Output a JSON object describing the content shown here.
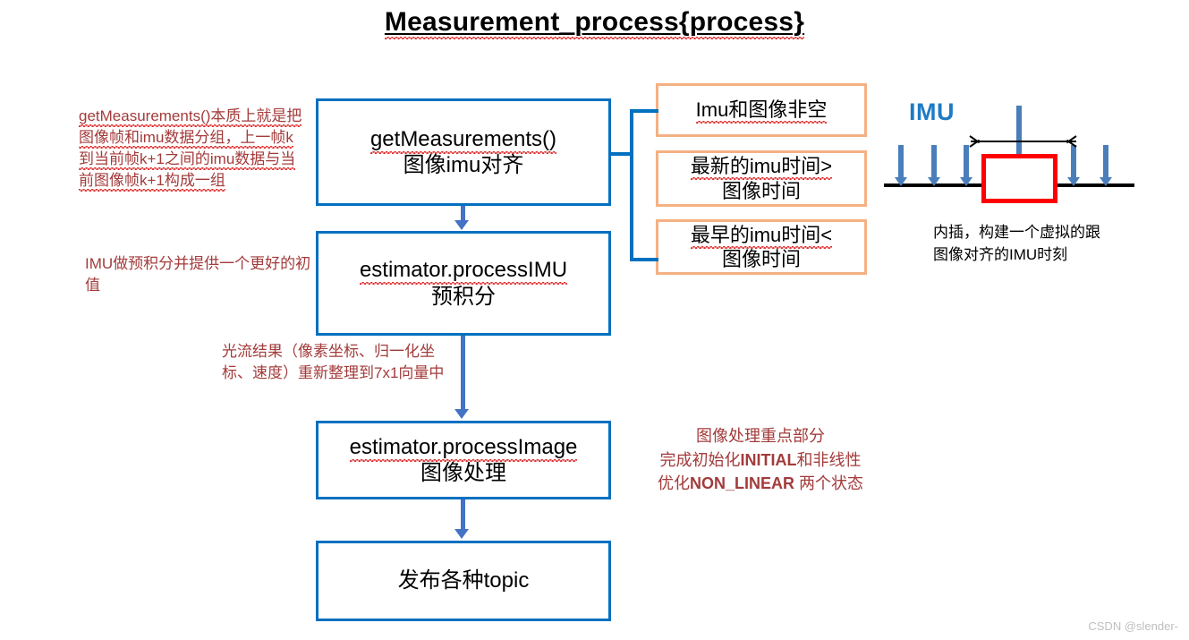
{
  "title": "Measurement_process{process}",
  "flow": {
    "boxes": [
      {
        "line1": "getMeasurements()",
        "line2": "图像imu对齐"
      },
      {
        "line1": "estimator.processIMU",
        "line2": "预积分"
      },
      {
        "line1": "estimator.processImage",
        "line2": "图像处理"
      },
      {
        "line1": "发布各种topic",
        "line2": ""
      }
    ]
  },
  "conditions": [
    {
      "line1": "Imu和图像非空",
      "line2": ""
    },
    {
      "line1": "最新的imu时间>",
      "line2": "图像时间"
    },
    {
      "line1": "最早的imu时间<",
      "line2": "图像时间"
    }
  ],
  "notes": {
    "get_measurements": "getMeasurements()本质上就是把图像帧和imu数据分组，上一帧k到当前帧k+1之间的imu数据与当前图像帧k+1构成一组",
    "process_imu": "IMU做预积分并提供一个更好的初值",
    "optical_flow": "光流结果（像素坐标、归一化坐标、速度）重新整理到7x1向量中",
    "process_image_line1": "图像处理重点部分",
    "process_image_line2_a": "完成初始化",
    "process_image_line2_b": "INITIAL",
    "process_image_line2_c": "和非线性",
    "process_image_line3_a": "优化",
    "process_image_line3_b": "NON_LINEAR",
    "process_image_line3_c": " 两个状态"
  },
  "imu_figure": {
    "label": "IMU",
    "caption": "内插，构建一个虚拟的跟图像对齐的IMU时刻"
  },
  "watermark": "CSDN @slender-",
  "colors": {
    "flow_border": "#0070C0",
    "condition_border": "#F4B183",
    "arrow": "#4472C4",
    "note_text": "#A33B3B",
    "imu_label": "#1F7BC4",
    "red_box": "#FF0000",
    "spellcheck": "#E03131",
    "watermark": "#BFBFBF"
  }
}
